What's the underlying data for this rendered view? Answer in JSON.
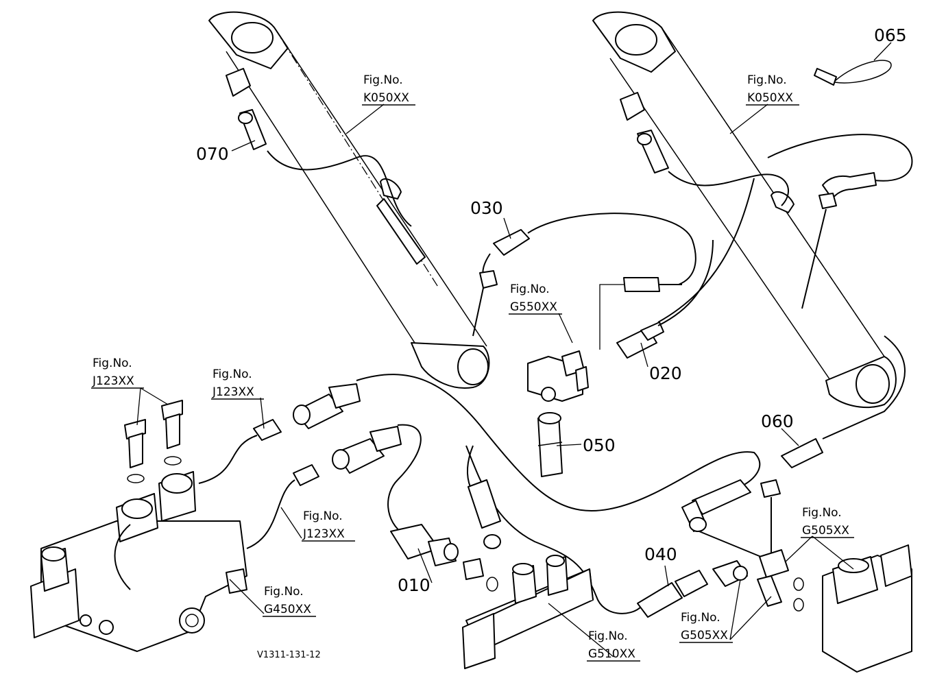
{
  "diagram_code": "V1311-131-12",
  "callouts": {
    "c010": "010",
    "c020": "020",
    "c030": "030",
    "c040": "040",
    "c050": "050",
    "c060": "060",
    "c065": "065",
    "c070": "070"
  },
  "fig_no_label": "Fig.No.",
  "figure_refs": {
    "k050_left": "K050XX",
    "k050_right": "K050XX",
    "g550": "G550XX",
    "j123_a": "J123XX",
    "j123_b": "J123XX",
    "j123_c": "J123XX",
    "g450": "G450XX",
    "g510": "G510XX",
    "g505_a": "G505XX",
    "g505_b": "G505XX"
  }
}
